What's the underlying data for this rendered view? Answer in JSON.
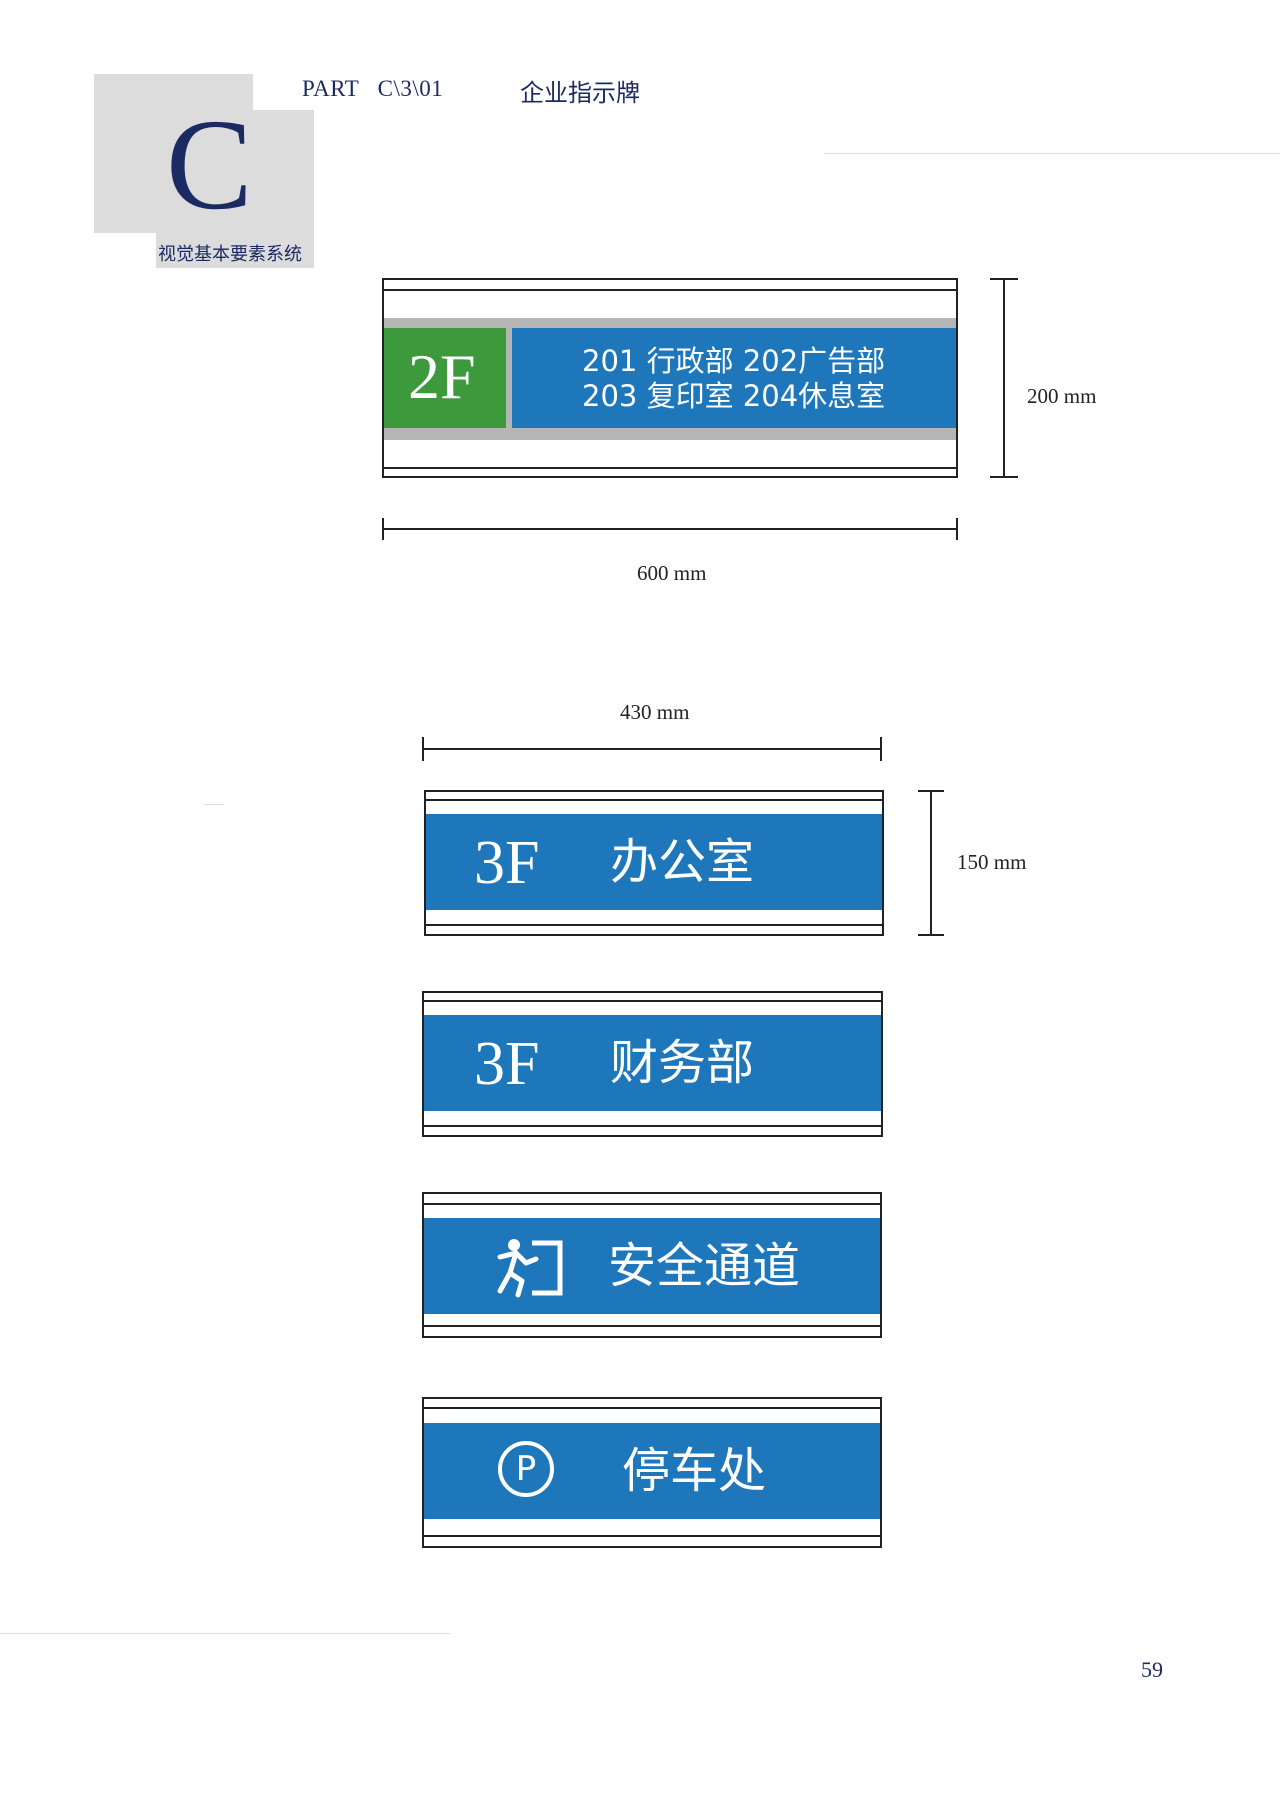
{
  "header": {
    "logo_letter": "C",
    "logo_subtitle": "视觉基本要素系统",
    "part_code": "PART   C\\3\\01",
    "part_title": "企业指示牌"
  },
  "sign_large": {
    "floor": "2F",
    "line1": "201 行政部  202广告部",
    "line2": "203 复印室  204休息室",
    "height_label": "200 mm",
    "width_label": "600 mm"
  },
  "sign_small_dims": {
    "width_label": "430 mm",
    "height_label": "150 mm"
  },
  "sign_office": {
    "floor": "3F",
    "name": "办公室"
  },
  "sign_finance": {
    "floor": "3F",
    "name": "财务部"
  },
  "sign_exit": {
    "icon": "emergency-exit-icon",
    "name": "安全通道"
  },
  "sign_parking": {
    "icon": "parking-icon",
    "icon_letter": "P",
    "name": "停车处"
  },
  "page_number": "59",
  "colors": {
    "blue": "#1e76bb",
    "green": "#3c9a3c",
    "navy": "#1c2a63",
    "gray": "#dcdcdc"
  }
}
